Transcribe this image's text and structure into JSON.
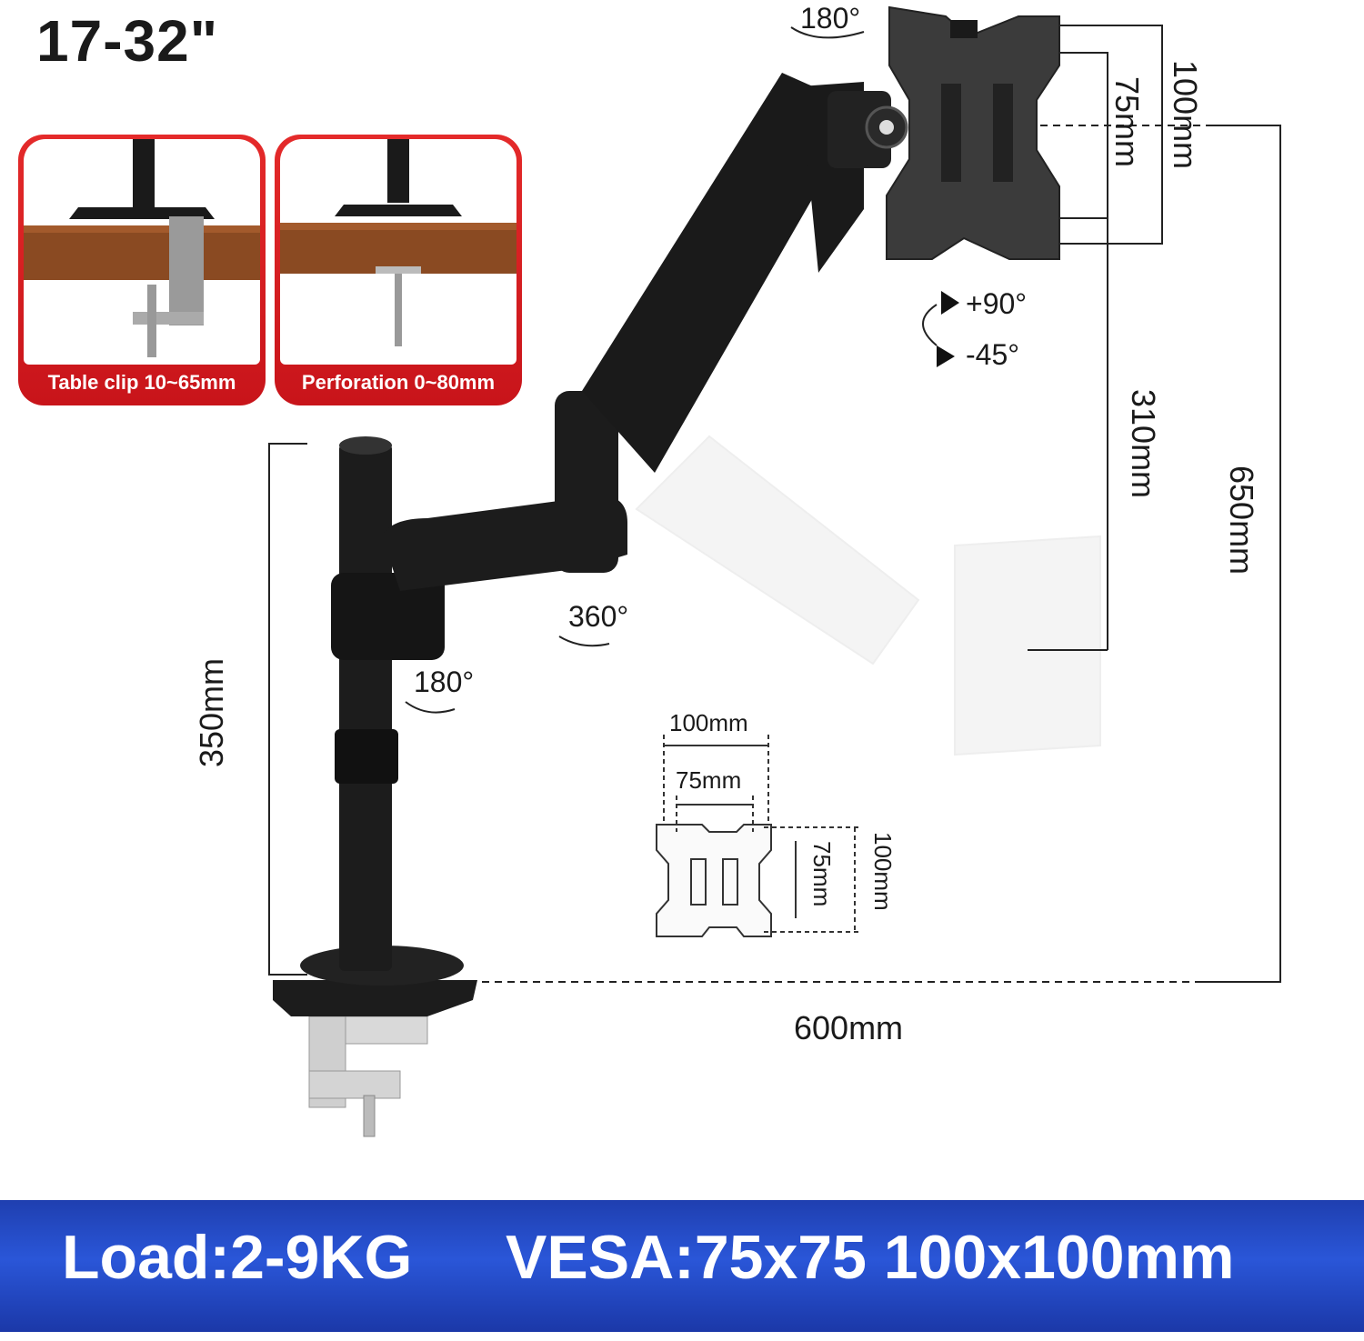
{
  "header": {
    "screen_size": "17-32\""
  },
  "install_options": [
    {
      "caption": "Table clip 10~65mm"
    },
    {
      "caption": "Perforation 0~80mm"
    }
  ],
  "dimensions": {
    "plate_100_v": "100mm",
    "plate_75_v": "75mm",
    "arm_310": "310mm",
    "reach_650": "650mm",
    "pole_350": "350mm",
    "span_600": "600mm"
  },
  "rotations": {
    "head_swivel": "180°",
    "tilt_up": "+90°",
    "tilt_down": "-45°",
    "arm_rotate": "360°",
    "pole_rotate": "180°"
  },
  "vesa_diagram": {
    "w100": "100mm",
    "w75": "75mm",
    "h75": "75mm",
    "h100": "100mm"
  },
  "footer": {
    "load": "Load:2-9KG",
    "vesa": "VESA:75x75 100x100mm"
  },
  "colors": {
    "accent_red": "#d81e24",
    "banner_blue": "#2448c4",
    "wood": "#8a4a22",
    "metal": "#1c1c1c"
  }
}
